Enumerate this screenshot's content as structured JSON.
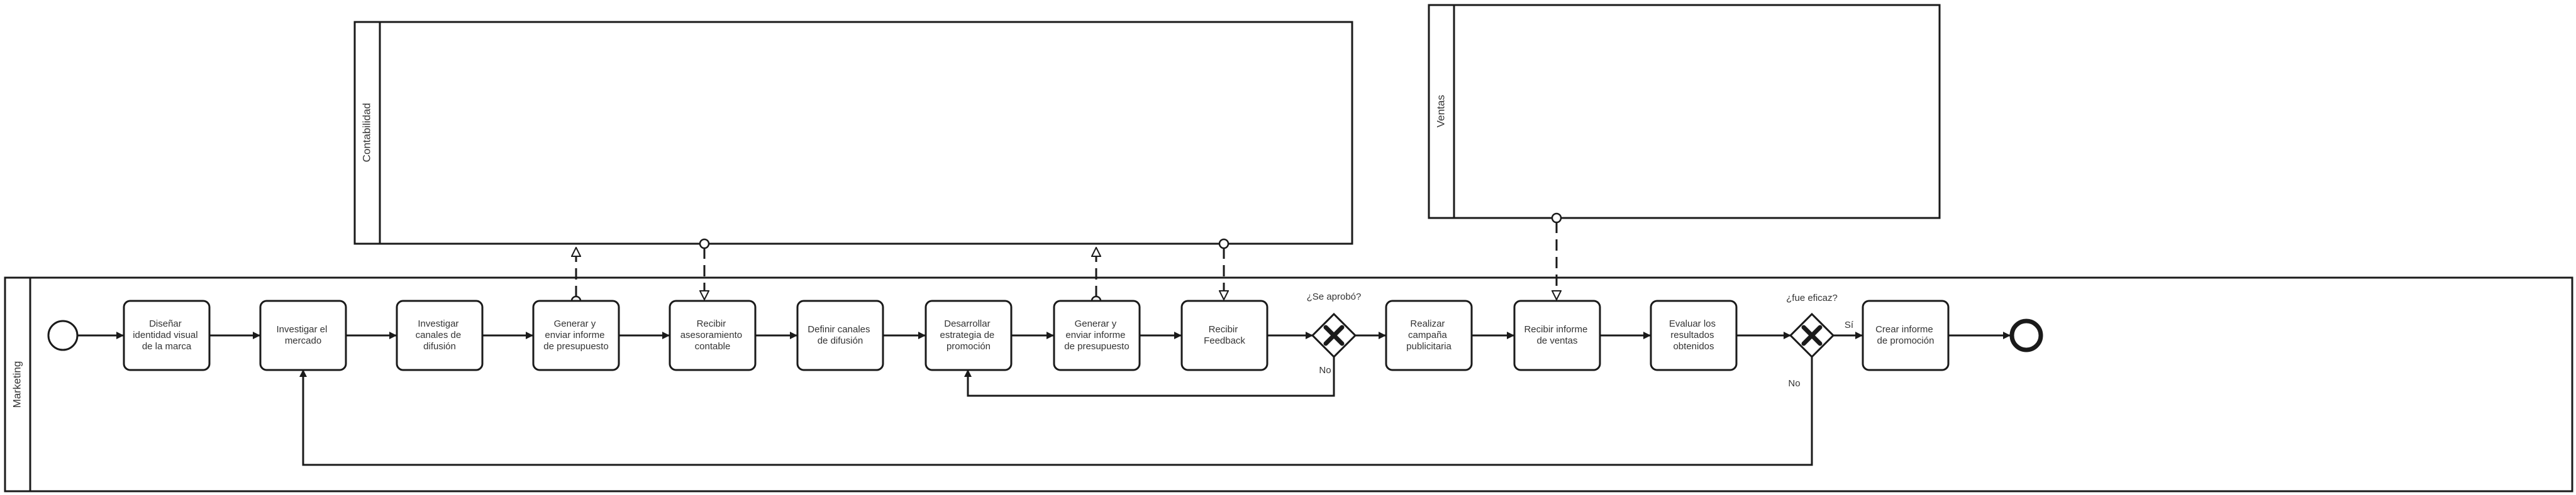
{
  "pools": {
    "marketing": "Marketing",
    "contabilidad": "Contabilidad",
    "ventas": "Ventas"
  },
  "tasks": {
    "t1": [
      "Diseñar",
      "identidad visual",
      "de la marca"
    ],
    "t2": [
      "Investigar el",
      "mercado"
    ],
    "t3": [
      "Investigar",
      "canales de",
      "difusión"
    ],
    "t4": [
      "Generar y",
      "enviar informe",
      "de presupuesto"
    ],
    "t5": [
      "Recibir",
      "asesoramiento",
      "contable"
    ],
    "t6": [
      "Definir canales",
      "de difusión"
    ],
    "t7": [
      "Desarrollar",
      "estrategia de",
      "promoción"
    ],
    "t8": [
      "Generar y",
      "enviar informe",
      "de presupuesto"
    ],
    "t9": [
      "Recibir",
      "Feedback"
    ],
    "t10": [
      "Realizar",
      "campaña",
      "publicitaria"
    ],
    "t11": [
      "Recibir informe",
      "de ventas"
    ],
    "t12": [
      "Evaluar los",
      "resultados",
      "obtenidos"
    ],
    "t13": [
      "Crear informe",
      "de promoción"
    ]
  },
  "gateways": {
    "g1_question": "¿Se aprobó?",
    "g1_no": "No",
    "g2_question": "¿fue eficaz?",
    "g2_yes": "Sí",
    "g2_no": "No"
  },
  "colors": {
    "stroke": "#1a1a1a",
    "text": "#333333",
    "background": "#ffffff"
  }
}
